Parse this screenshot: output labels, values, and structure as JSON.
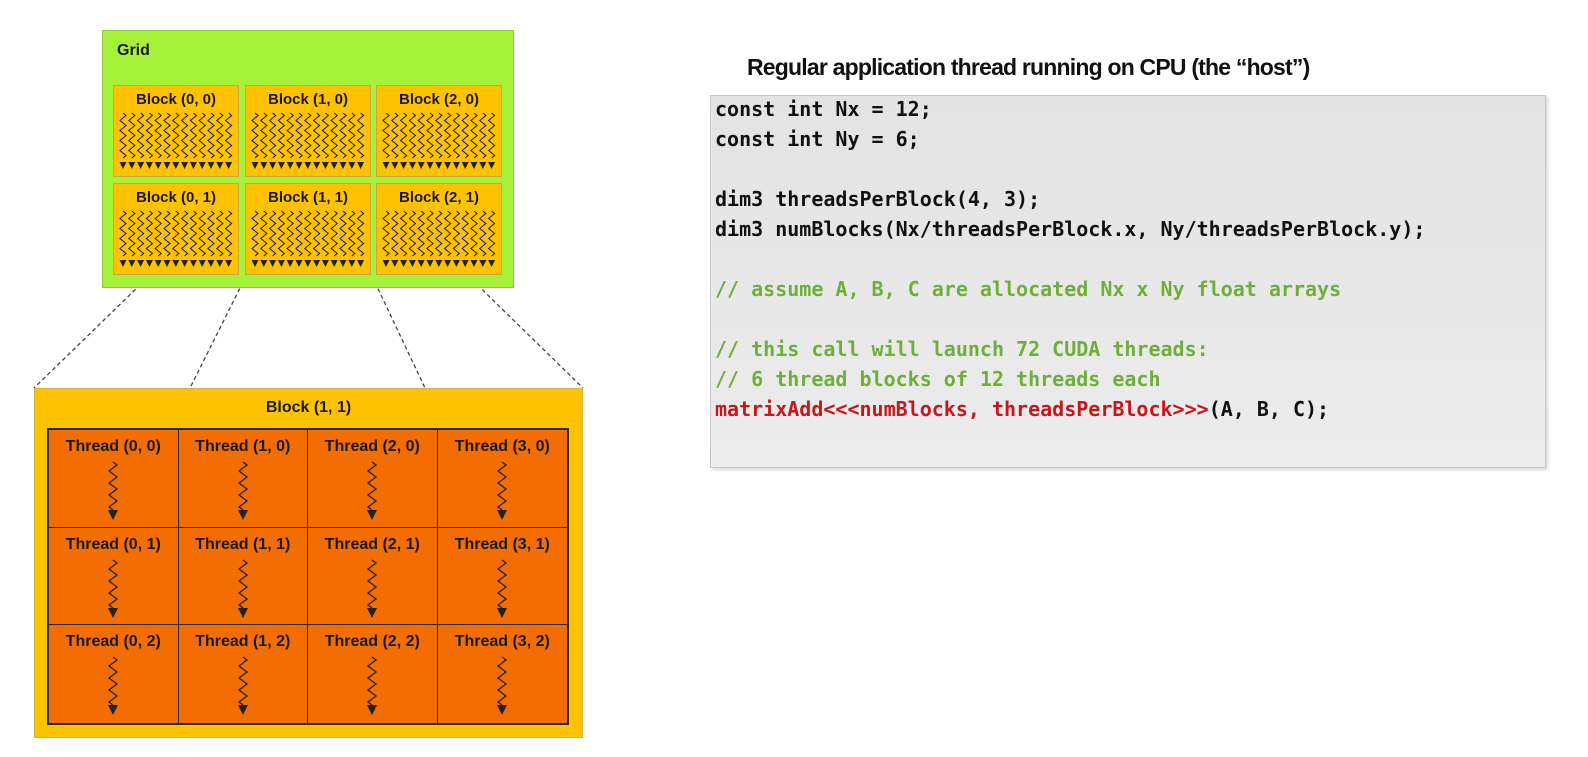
{
  "grid": {
    "title": "Grid",
    "blocks": [
      {
        "label": "Block (0, 0)"
      },
      {
        "label": "Block (1, 0)"
      },
      {
        "label": "Block (2, 0)"
      },
      {
        "label": "Block (0, 1)"
      },
      {
        "label": "Block (1, 1)"
      },
      {
        "label": "Block (2, 1)"
      }
    ],
    "colors": {
      "grid_bg": "#a6f13a",
      "block_bg": "#ffc200",
      "thread_bg": "#f36d00"
    }
  },
  "block_detail": {
    "title": "Block (1, 1)",
    "threads": [
      {
        "label": "Thread (0, 0)"
      },
      {
        "label": "Thread (1, 0)"
      },
      {
        "label": "Thread (2, 0)"
      },
      {
        "label": "Thread (3, 0)"
      },
      {
        "label": "Thread (0, 1)"
      },
      {
        "label": "Thread (1, 1)"
      },
      {
        "label": "Thread (2, 1)"
      },
      {
        "label": "Thread (3, 1)"
      },
      {
        "label": "Thread (0, 2)"
      },
      {
        "label": "Thread (1, 2)"
      },
      {
        "label": "Thread (2, 2)"
      },
      {
        "label": "Thread (3, 2)"
      }
    ]
  },
  "code": {
    "heading": "Regular application thread running on CPU (the “host”)",
    "lines": {
      "l1": "const int Nx = 12;",
      "l2": "const int Ny = 6;",
      "l3": "dim3 threadsPerBlock(4, 3);",
      "l4": "dim3 numBlocks(Nx/threadsPerBlock.x, Ny/threadsPerBlock.y);",
      "l5": "// assume A, B, C are allocated Nx x Ny float arrays",
      "l6": "// this call will launch 72 CUDA threads:",
      "l7": "// 6 thread blocks of 12 threads each",
      "l8_launch": "matrixAdd<<<numBlocks, threadsPerBlock>>>",
      "l8_args": "(A, B, C);"
    },
    "colors": {
      "comment": "#6fae3a",
      "launch": "#c8161d",
      "text": "#111111"
    }
  }
}
